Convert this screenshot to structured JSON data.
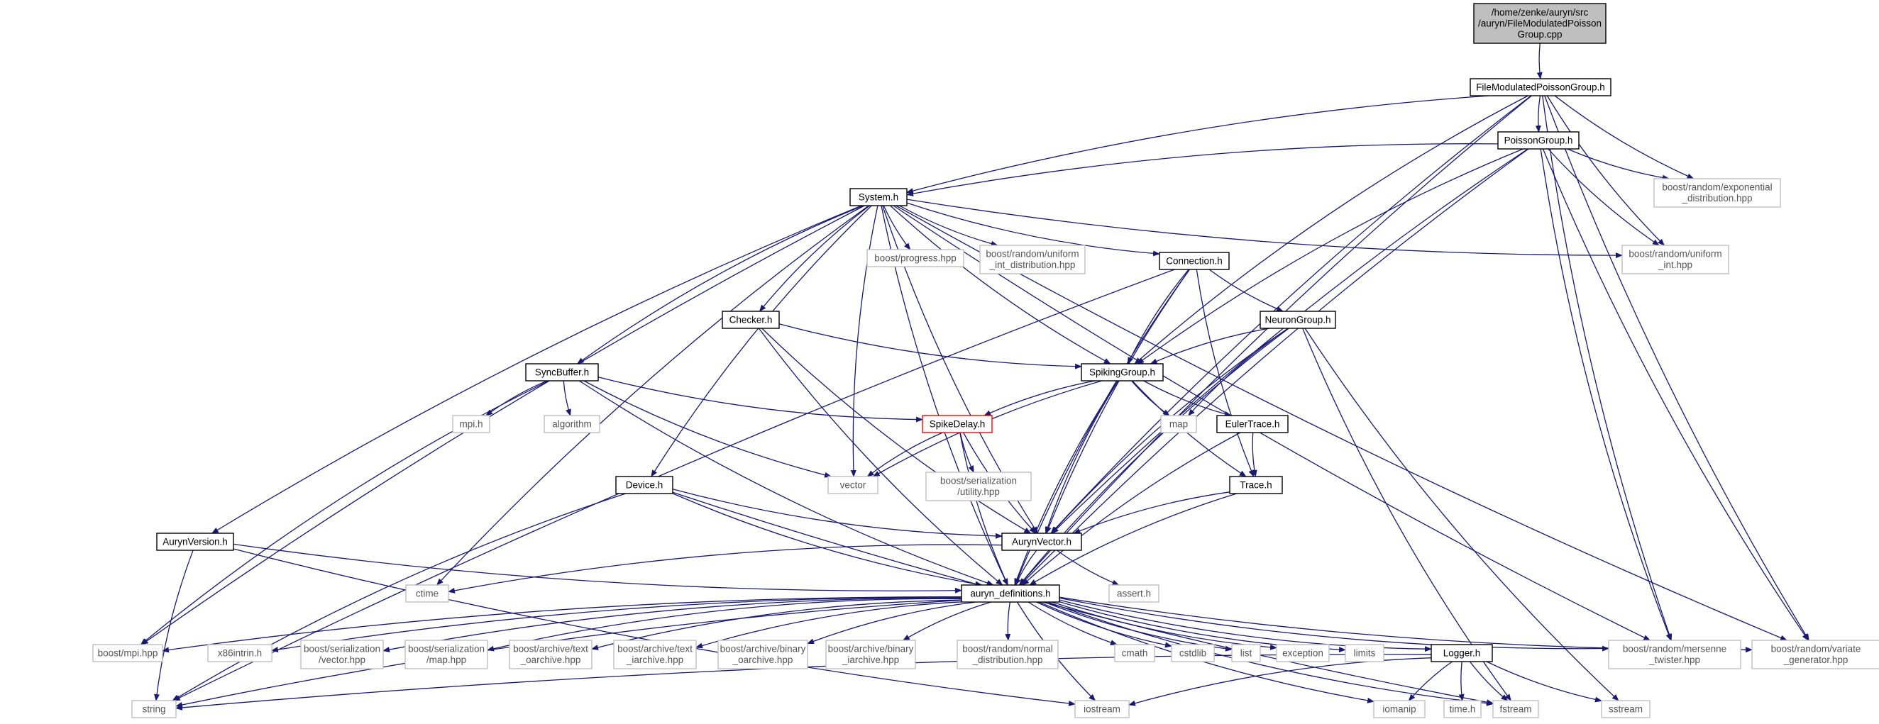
{
  "diagram": {
    "type": "include-dependency-graph",
    "colors": {
      "edge": "#191970",
      "root_fill": "#bfbfbf",
      "root_border": "#000000",
      "node_border": "#000000",
      "external_border": "#bfbfbf",
      "highlight_border": "#ff0000",
      "external_text": "#555555"
    },
    "nodes": [
      {
        "id": "root",
        "lines": [
          "/home/zenke/auryn/src",
          "/auryn/FileModulatedPoisson",
          "Group.cpp"
        ],
        "kind": "root"
      },
      {
        "id": "fmpg",
        "lines": [
          "FileModulatedPoissonGroup.h"
        ],
        "kind": "header"
      },
      {
        "id": "pg",
        "lines": [
          "PoissonGroup.h"
        ],
        "kind": "header"
      },
      {
        "id": "sys",
        "lines": [
          "System.h"
        ],
        "kind": "header"
      },
      {
        "id": "exp",
        "lines": [
          "boost/random/exponential",
          "_distribution.hpp"
        ],
        "kind": "external"
      },
      {
        "id": "prog",
        "lines": [
          "boost/progress.hpp"
        ],
        "kind": "external"
      },
      {
        "id": "uid",
        "lines": [
          "boost/random/uniform",
          "_int_distribution.hpp"
        ],
        "kind": "external"
      },
      {
        "id": "conn",
        "lines": [
          "Connection.h"
        ],
        "kind": "header"
      },
      {
        "id": "uint",
        "lines": [
          "boost/random/uniform",
          "_int.hpp"
        ],
        "kind": "external"
      },
      {
        "id": "chk",
        "lines": [
          "Checker.h"
        ],
        "kind": "header"
      },
      {
        "id": "ng",
        "lines": [
          "NeuronGroup.h"
        ],
        "kind": "header"
      },
      {
        "id": "sync",
        "lines": [
          "SyncBuffer.h"
        ],
        "kind": "header"
      },
      {
        "id": "sg",
        "lines": [
          "SpikingGroup.h"
        ],
        "kind": "header"
      },
      {
        "id": "mpih",
        "lines": [
          "mpi.h"
        ],
        "kind": "external"
      },
      {
        "id": "algo",
        "lines": [
          "algorithm"
        ],
        "kind": "external"
      },
      {
        "id": "sd",
        "lines": [
          "SpikeDelay.h"
        ],
        "kind": "highlight"
      },
      {
        "id": "map",
        "lines": [
          "map"
        ],
        "kind": "external"
      },
      {
        "id": "et",
        "lines": [
          "EulerTrace.h"
        ],
        "kind": "header"
      },
      {
        "id": "vec",
        "lines": [
          "vector"
        ],
        "kind": "external"
      },
      {
        "id": "bsu",
        "lines": [
          "boost/serialization",
          "/utility.hpp"
        ],
        "kind": "external"
      },
      {
        "id": "dev",
        "lines": [
          "Device.h"
        ],
        "kind": "header"
      },
      {
        "id": "tr",
        "lines": [
          "Trace.h"
        ],
        "kind": "header"
      },
      {
        "id": "av",
        "lines": [
          "AurynVector.h"
        ],
        "kind": "header"
      },
      {
        "id": "aver",
        "lines": [
          "AurynVersion.h"
        ],
        "kind": "header"
      },
      {
        "id": "ctime",
        "lines": [
          "ctime"
        ],
        "kind": "external"
      },
      {
        "id": "asrt",
        "lines": [
          "assert.h"
        ],
        "kind": "external"
      },
      {
        "id": "ad",
        "lines": [
          "auryn_definitions.h"
        ],
        "kind": "header"
      },
      {
        "id": "bmpi",
        "lines": [
          "boost/mpi.hpp"
        ],
        "kind": "external"
      },
      {
        "id": "x86",
        "lines": [
          "x86intrin.h"
        ],
        "kind": "external"
      },
      {
        "id": "bsv",
        "lines": [
          "boost/serialization",
          "/vector.hpp"
        ],
        "kind": "external"
      },
      {
        "id": "bsm",
        "lines": [
          "boost/serialization",
          "/map.hpp"
        ],
        "kind": "external"
      },
      {
        "id": "bato",
        "lines": [
          "boost/archive/text",
          "_oarchive.hpp"
        ],
        "kind": "external"
      },
      {
        "id": "bati",
        "lines": [
          "boost/archive/text",
          "_iarchive.hpp"
        ],
        "kind": "external"
      },
      {
        "id": "babo",
        "lines": [
          "boost/archive/binary",
          "_oarchive.hpp"
        ],
        "kind": "external"
      },
      {
        "id": "babi",
        "lines": [
          "boost/archive/binary",
          "_iarchive.hpp"
        ],
        "kind": "external"
      },
      {
        "id": "bnd",
        "lines": [
          "boost/random/normal",
          "_distribution.hpp"
        ],
        "kind": "external"
      },
      {
        "id": "cmath",
        "lines": [
          "cmath"
        ],
        "kind": "external"
      },
      {
        "id": "cstd",
        "lines": [
          "cstdlib"
        ],
        "kind": "external"
      },
      {
        "id": "list",
        "lines": [
          "list"
        ],
        "kind": "external"
      },
      {
        "id": "exc",
        "lines": [
          "exception"
        ],
        "kind": "external"
      },
      {
        "id": "lim",
        "lines": [
          "limits"
        ],
        "kind": "external"
      },
      {
        "id": "log",
        "lines": [
          "Logger.h"
        ],
        "kind": "header"
      },
      {
        "id": "mt",
        "lines": [
          "boost/random/mersenne",
          "_twister.hpp"
        ],
        "kind": "external"
      },
      {
        "id": "vg",
        "lines": [
          "boost/random/variate",
          "_generator.hpp"
        ],
        "kind": "external"
      },
      {
        "id": "str",
        "lines": [
          "string"
        ],
        "kind": "external"
      },
      {
        "id": "ios",
        "lines": [
          "iostream"
        ],
        "kind": "external"
      },
      {
        "id": "iom",
        "lines": [
          "iomanip"
        ],
        "kind": "external"
      },
      {
        "id": "timeh",
        "lines": [
          "time.h"
        ],
        "kind": "external"
      },
      {
        "id": "fstr",
        "lines": [
          "fstream"
        ],
        "kind": "external"
      },
      {
        "id": "sstr",
        "lines": [
          "sstream"
        ],
        "kind": "external"
      }
    ],
    "edges": [
      [
        "root",
        "fmpg"
      ],
      [
        "fmpg",
        "pg"
      ],
      [
        "fmpg",
        "sys"
      ],
      [
        "fmpg",
        "exp"
      ],
      [
        "fmpg",
        "uint"
      ],
      [
        "fmpg",
        "sg"
      ],
      [
        "fmpg",
        "av"
      ],
      [
        "fmpg",
        "ad"
      ],
      [
        "fmpg",
        "mt"
      ],
      [
        "fmpg",
        "vg"
      ],
      [
        "pg",
        "sys"
      ],
      [
        "pg",
        "exp"
      ],
      [
        "pg",
        "uint"
      ],
      [
        "pg",
        "sg"
      ],
      [
        "pg",
        "av"
      ],
      [
        "pg",
        "ad"
      ],
      [
        "pg",
        "mt"
      ],
      [
        "pg",
        "vg"
      ],
      [
        "sys",
        "prog"
      ],
      [
        "sys",
        "uid"
      ],
      [
        "sys",
        "conn"
      ],
      [
        "sys",
        "uint"
      ],
      [
        "sys",
        "chk"
      ],
      [
        "sys",
        "sync"
      ],
      [
        "sys",
        "sg"
      ],
      [
        "sys",
        "vec"
      ],
      [
        "sys",
        "dev"
      ],
      [
        "sys",
        "av"
      ],
      [
        "sys",
        "aver"
      ],
      [
        "sys",
        "ctime"
      ],
      [
        "sys",
        "ad"
      ],
      [
        "sys",
        "bmpi"
      ],
      [
        "sys",
        "mt"
      ],
      [
        "sys",
        "vg"
      ],
      [
        "conn",
        "ng"
      ],
      [
        "conn",
        "sg"
      ],
      [
        "conn",
        "tr"
      ],
      [
        "conn",
        "av"
      ],
      [
        "conn",
        "ad"
      ],
      [
        "conn",
        "str"
      ],
      [
        "chk",
        "sg"
      ],
      [
        "chk",
        "av"
      ],
      [
        "chk",
        "ad"
      ],
      [
        "ng",
        "sg"
      ],
      [
        "ng",
        "map"
      ],
      [
        "ng",
        "av"
      ],
      [
        "ng",
        "ad"
      ],
      [
        "ng",
        "fstr"
      ],
      [
        "ng",
        "sstr"
      ],
      [
        "sync",
        "sd"
      ],
      [
        "sync",
        "mpih"
      ],
      [
        "sync",
        "algo"
      ],
      [
        "sync",
        "vec"
      ],
      [
        "sync",
        "ad"
      ],
      [
        "sync",
        "bmpi"
      ],
      [
        "sg",
        "sd"
      ],
      [
        "sg",
        "map"
      ],
      [
        "sg",
        "et"
      ],
      [
        "sg",
        "vec"
      ],
      [
        "sg",
        "tr"
      ],
      [
        "sg",
        "av"
      ],
      [
        "sg",
        "ad"
      ],
      [
        "sd",
        "vec"
      ],
      [
        "sd",
        "bsu"
      ],
      [
        "sd",
        "av"
      ],
      [
        "sd",
        "ad"
      ],
      [
        "et",
        "tr"
      ],
      [
        "et",
        "ad"
      ],
      [
        "dev",
        "av"
      ],
      [
        "dev",
        "ad"
      ],
      [
        "dev",
        "str"
      ],
      [
        "dev",
        "fstr"
      ],
      [
        "tr",
        "av"
      ],
      [
        "tr",
        "ad"
      ],
      [
        "av",
        "ad"
      ],
      [
        "av",
        "asrt"
      ],
      [
        "av",
        "ctime"
      ],
      [
        "aver",
        "ad"
      ],
      [
        "aver",
        "str"
      ],
      [
        "aver",
        "ios"
      ],
      [
        "ad",
        "bmpi"
      ],
      [
        "ad",
        "x86"
      ],
      [
        "ad",
        "bsv"
      ],
      [
        "ad",
        "bsm"
      ],
      [
        "ad",
        "bato"
      ],
      [
        "ad",
        "bati"
      ],
      [
        "ad",
        "babo"
      ],
      [
        "ad",
        "babi"
      ],
      [
        "ad",
        "bnd"
      ],
      [
        "ad",
        "cmath"
      ],
      [
        "ad",
        "cstd"
      ],
      [
        "ad",
        "list"
      ],
      [
        "ad",
        "exc"
      ],
      [
        "ad",
        "lim"
      ],
      [
        "ad",
        "log"
      ],
      [
        "ad",
        "mt"
      ],
      [
        "ad",
        "vg"
      ],
      [
        "ad",
        "str"
      ],
      [
        "ad",
        "ios"
      ],
      [
        "ad",
        "iom"
      ],
      [
        "ad",
        "fstr"
      ],
      [
        "log",
        "str"
      ],
      [
        "log",
        "ios"
      ],
      [
        "log",
        "iom"
      ],
      [
        "log",
        "timeh"
      ],
      [
        "log",
        "fstr"
      ],
      [
        "log",
        "sstr"
      ]
    ]
  }
}
